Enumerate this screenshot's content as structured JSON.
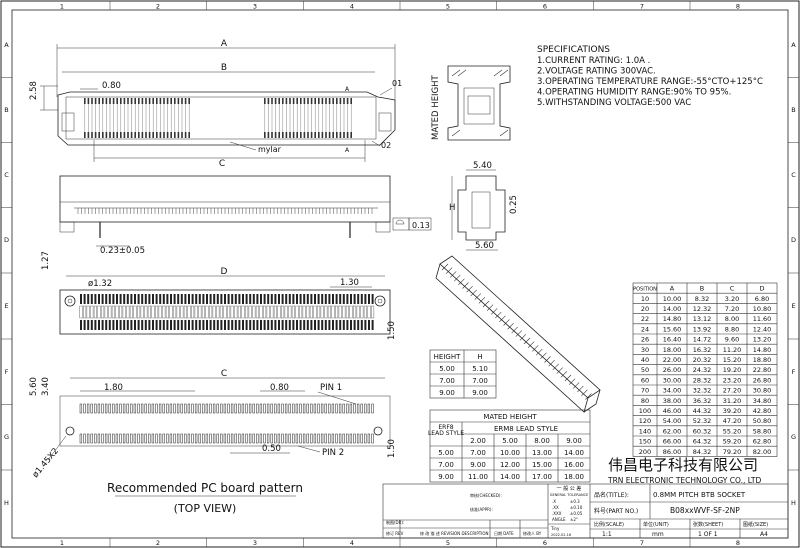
{
  "grid": {
    "columns": [
      "1",
      "2",
      "3",
      "4",
      "5",
      "6",
      "7",
      "8"
    ],
    "rows": [
      "A",
      "B",
      "C",
      "D",
      "E",
      "F",
      "G",
      "H"
    ]
  },
  "specifications": {
    "title": "SPECIFICATIONS",
    "items": [
      "1.CURRENT RATING: 1.0A .",
      "2.VOLTAGE RATING 300VAC.",
      "3.OPERATING TEMPERATURE RANGE:-55°CTO+125°C",
      "4.OPERATING HUMIDITY RANGE:90% TO 95%.",
      "5.WITHSTANDING VOLTAGE:500 VAC"
    ]
  },
  "mated_height_label": "MATED HEIGHT",
  "top_view": {
    "dim_a": "A",
    "dim_b": "B",
    "dim_c": "C",
    "d_258": "2.58",
    "d_080": "0.80",
    "d_01": "01",
    "d_02": "02",
    "mylar": "mylar"
  },
  "side_view": {
    "d_023": "0.23±0.05",
    "d_013": "0.13",
    "d_127": "1.27"
  },
  "end_view": {
    "d_540": "5.40",
    "d_560": "5.60",
    "d_025": "0.25",
    "h": "H"
  },
  "bottom_view": {
    "dim_d": "D",
    "d_132": "ø1.32",
    "d_130": "1.30",
    "d_150": "1.50"
  },
  "pcb_pattern": {
    "dim_c": "C",
    "d_180": "1.80",
    "d_080": "0.80",
    "d_050": "0.50",
    "d_560": "5.60",
    "d_340": "3.40",
    "d_145": "ø1.45X2",
    "d_150": "1.50",
    "pin1": "PIN 1",
    "pin2": "PIN 2",
    "caption": "Recommended PC board pattern",
    "subcaption": "(TOP VIEW)"
  },
  "height_table": {
    "headers": [
      "HEIGHT",
      "H"
    ],
    "rows": [
      [
        "5.00",
        "5.10"
      ],
      [
        "7.00",
        "7.00"
      ],
      [
        "9.00",
        "9.00"
      ]
    ]
  },
  "mated_table": {
    "title": "MATED HEIGHT",
    "corner": "ERF8 LEAD STYLE",
    "col_group": "ERM8 LEAD STYLE",
    "cols": [
      "2.00",
      "5.00",
      "8.00",
      "9.00"
    ],
    "rows": [
      [
        "5.00",
        "7.00",
        "10.00",
        "13.00",
        "14.00"
      ],
      [
        "7.00",
        "9.00",
        "12.00",
        "15.00",
        "16.00"
      ],
      [
        "9.00",
        "11.00",
        "14.00",
        "17.00",
        "18.00"
      ]
    ]
  },
  "position_table": {
    "headers": [
      "POSITION",
      "A",
      "B",
      "C",
      "D"
    ],
    "rows": [
      [
        "10",
        "10.00",
        "8.32",
        "3.20",
        "6.80"
      ],
      [
        "20",
        "14.00",
        "12.32",
        "7.20",
        "10.80"
      ],
      [
        "22",
        "14.80",
        "13.12",
        "8.00",
        "11.60"
      ],
      [
        "24",
        "15.60",
        "13.92",
        "8.80",
        "12.40"
      ],
      [
        "26",
        "16.40",
        "14.72",
        "9.60",
        "13.20"
      ],
      [
        "30",
        "18.00",
        "16.32",
        "11.20",
        "14.80"
      ],
      [
        "40",
        "22.00",
        "20.32",
        "15.20",
        "18.80"
      ],
      [
        "50",
        "26.00",
        "24.32",
        "19.20",
        "22.80"
      ],
      [
        "60",
        "30.00",
        "28.32",
        "23.20",
        "26.80"
      ],
      [
        "70",
        "34.00",
        "32.32",
        "27.20",
        "30.80"
      ],
      [
        "80",
        "38.00",
        "36.32",
        "31.20",
        "34.80"
      ],
      [
        "100",
        "46.00",
        "44.32",
        "39.20",
        "42.80"
      ],
      [
        "120",
        "54.00",
        "52.32",
        "47.20",
        "50.80"
      ],
      [
        "140",
        "62.00",
        "60.32",
        "55.20",
        "58.80"
      ],
      [
        "150",
        "66.00",
        "64.32",
        "59.20",
        "62.80"
      ],
      [
        "200",
        "86.00",
        "84.32",
        "79.20",
        "82.00"
      ]
    ]
  },
  "title_block": {
    "company_cn": "伟昌电子科技有限公司",
    "company_en": "TRN ELECTRONIC TECHNOLOGY CO., LTD",
    "name_label": "品名(TITLE):",
    "name_value": "0.8MM PITCH BTB SOCKET",
    "part_label": "料号(PART NO.)",
    "part_value": "B08xxWVF-SF-2NP",
    "scale_label": "比例(SCALE)",
    "scale_value": "1:1",
    "unit_label": "单位(UNIT)",
    "unit_value": "mm",
    "sheet_label": "张数(SHEET)",
    "sheet_value": "1 OF 1",
    "size_label": "图纸(SIZE)",
    "size_value": "A4",
    "tol_title": "一 般 公 差",
    "tol_sub": "GENERAL TOLERANCE",
    "draw_label": "制图(DR):",
    "check_label": "审核(CHECKED):",
    "approve_label": "核准(APPR):",
    "rev_labels": [
      "修订 REV",
      "修 改 描 述 REVISION DESCRIPTION",
      "日期 DATE",
      "修改人 BY"
    ]
  }
}
